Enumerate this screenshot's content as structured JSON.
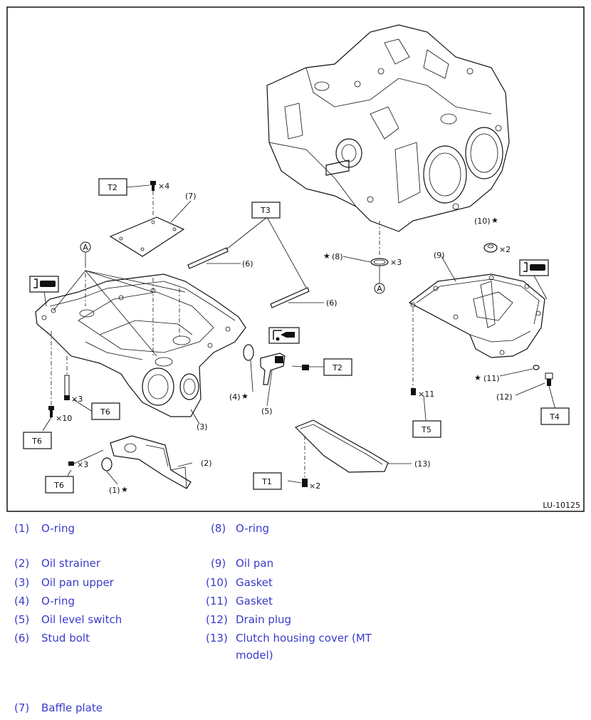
{
  "figure": {
    "id_label": "LU-10125",
    "torque_boxes": [
      {
        "key": "T2a",
        "text": "T2"
      },
      {
        "key": "T3",
        "text": "T3"
      },
      {
        "key": "T2b",
        "text": "T2"
      },
      {
        "key": "T6a",
        "text": "T6"
      },
      {
        "key": "T6b",
        "text": "T6"
      },
      {
        "key": "T6c",
        "text": "T6"
      },
      {
        "key": "T1",
        "text": "T1"
      },
      {
        "key": "T5",
        "text": "T5"
      },
      {
        "key": "T4",
        "text": "T4"
      }
    ],
    "callouts": [
      {
        "key": "c7",
        "text": "(7)"
      },
      {
        "key": "c6a",
        "text": "(6)"
      },
      {
        "key": "c6b",
        "text": "(6)"
      },
      {
        "key": "c8",
        "text": "(8)"
      },
      {
        "key": "c10",
        "text": "(10)"
      },
      {
        "key": "c9",
        "text": "(9)"
      },
      {
        "key": "c4",
        "text": "(4)"
      },
      {
        "key": "c5",
        "text": "(5)"
      },
      {
        "key": "c3",
        "text": "(3)"
      },
      {
        "key": "c2",
        "text": "(2)"
      },
      {
        "key": "c1",
        "text": "(1)"
      },
      {
        "key": "c13",
        "text": "(13)"
      },
      {
        "key": "c11",
        "text": "(11)"
      },
      {
        "key": "c12",
        "text": "(12)"
      }
    ],
    "quantities": [
      {
        "key": "q4",
        "text": "×4"
      },
      {
        "key": "q3a",
        "text": "×3"
      },
      {
        "key": "q10",
        "text": "×10"
      },
      {
        "key": "q3b",
        "text": "×3"
      },
      {
        "key": "q3c",
        "text": "×3"
      },
      {
        "key": "q2a",
        "text": "×2"
      },
      {
        "key": "q2b",
        "text": "×2"
      },
      {
        "key": "q11",
        "text": "×11"
      }
    ],
    "ref_marks": [
      {
        "key": "A1",
        "text": "A"
      },
      {
        "key": "A2",
        "text": "A"
      }
    ],
    "star_symbol": "★"
  },
  "legend": [
    {
      "num": "(1)",
      "text": "O-ring"
    },
    {
      "num": "(2)",
      "text": "Oil strainer"
    },
    {
      "num": "(3)",
      "text": "Oil pan upper"
    },
    {
      "num": "(4)",
      "text": "O-ring"
    },
    {
      "num": "(5)",
      "text": "Oil level switch"
    },
    {
      "num": "(6)",
      "text": "Stud bolt"
    },
    {
      "num": "(7)",
      "text": "Baffle plate"
    },
    {
      "num": "(8)",
      "text": "O-ring"
    },
    {
      "num": "(9)",
      "text": "Oil pan"
    },
    {
      "num": "(10)",
      "text": "Gasket"
    },
    {
      "num": "(11)",
      "text": "Gasket"
    },
    {
      "num": "(12)",
      "text": "Drain plug"
    },
    {
      "num": "(13)",
      "text": "Clutch housing cover (MT model)"
    }
  ]
}
